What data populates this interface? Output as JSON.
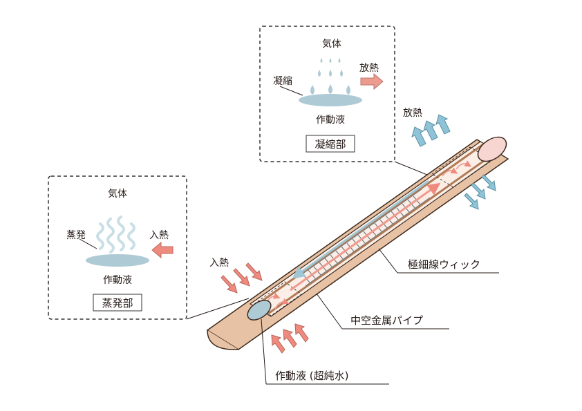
{
  "evaporator_box": {
    "gas": "気体",
    "evaporation": "蒸発",
    "heat_in": "入熱",
    "working_fluid": "作動液",
    "title": "蒸発部"
  },
  "condenser_box": {
    "gas": "気体",
    "condensation": "凝縮",
    "heat_out": "放熱",
    "working_fluid": "作動液",
    "title": "凝縮部"
  },
  "pipe_labels": {
    "heat_out": "放熱",
    "heat_in": "入熱",
    "wick": "極細線ウィック",
    "pipe": "中空金属パイプ",
    "fluid": "作動液 (超純水)"
  },
  "colors": {
    "pipe_fill": "#e8c2a4",
    "pipe_stroke": "#3d2a1e",
    "heat_in_arrow": "#ee8a7e",
    "heat_out_arrow": "#8fc4d8",
    "fluid": "#aecad4",
    "box_border": "#333333"
  }
}
